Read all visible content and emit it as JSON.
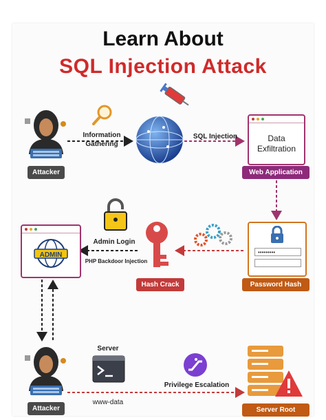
{
  "title": {
    "line1": "Learn About",
    "line2": "SQL Injection Attack"
  },
  "nodes": {
    "attacker_top": "Attacker",
    "info_gathering": "Information\nGathering",
    "sql_injection": "SQL Injection",
    "data_exfiltration": "Data\nExfiltration",
    "web_application": "Web Application",
    "password_hash": "Password Hash",
    "hash_crack": "Hash Crack",
    "admin_login": "Admin Login",
    "php_backdoor": "PHP Backdoor Injection",
    "admin_panel": "ADMIN",
    "attacker_bottom": "Attacker",
    "server": "Server",
    "www_data": "www-data",
    "privilege_escalation": "Privilege Escalation",
    "server_root": "Server Root"
  },
  "colors": {
    "purple_flow": "#a0336c",
    "red_flow": "#c33a3a",
    "dark_flow": "#222222",
    "orange": "#d2751f"
  },
  "icons": [
    "hacker-icon",
    "magnifier-icon",
    "globe-icon",
    "syringe-icon",
    "padlock-icon",
    "key-icon",
    "gears-icon",
    "terminal-icon",
    "escalator-icon",
    "server-rack-icon",
    "warning-icon"
  ]
}
